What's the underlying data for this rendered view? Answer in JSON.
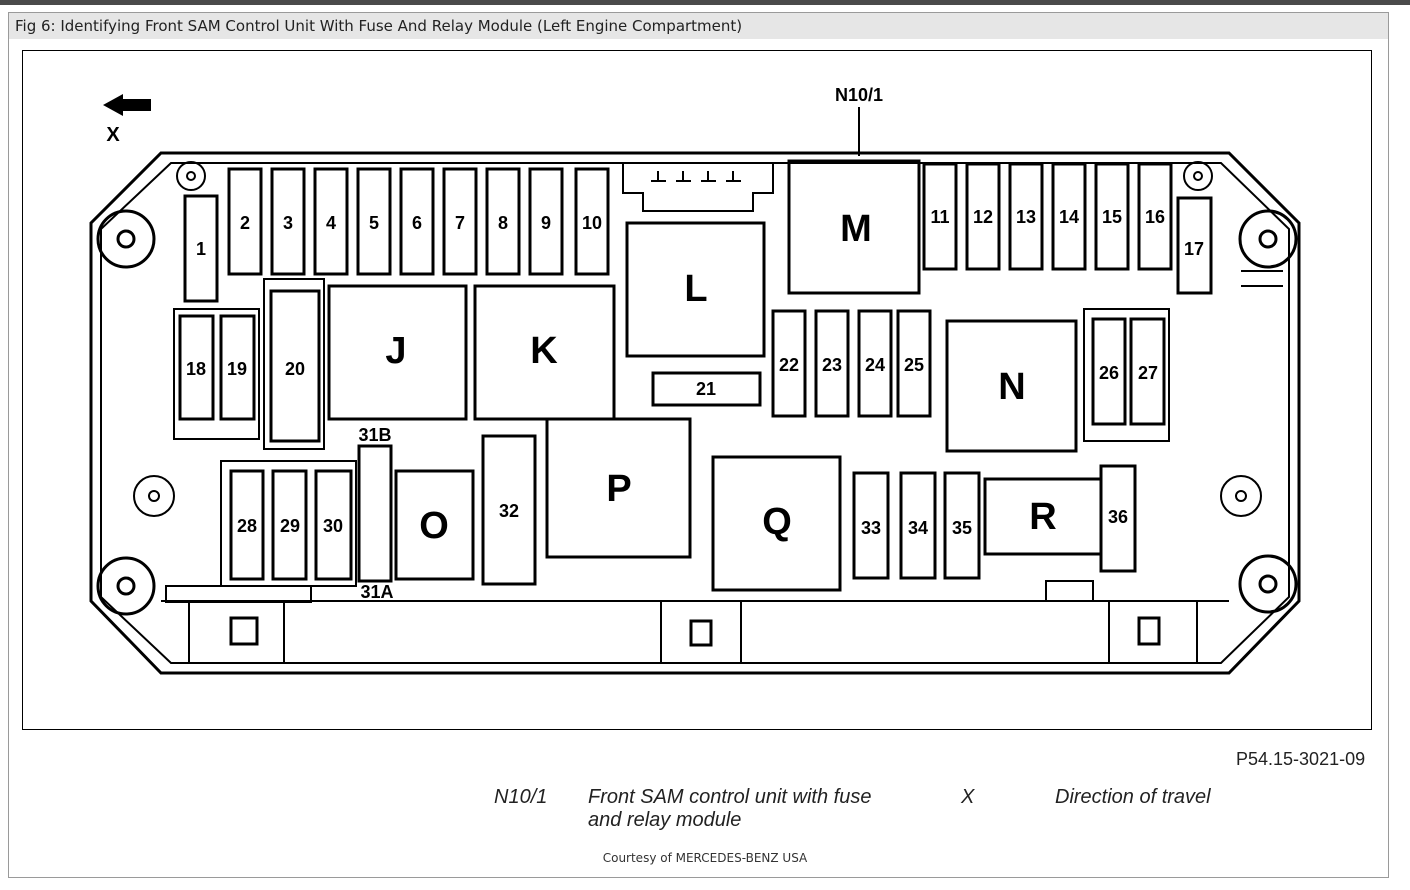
{
  "figure": {
    "caption": "Fig 6: Identifying Front SAM Control Unit With Fuse And Relay Module (Left Engine Compartment)",
    "reference": "P54.15-3021-09",
    "courtesy": "Courtesy of MERCEDES-BENZ USA"
  },
  "diagram": {
    "direction_label": "X",
    "unit_label": "N10/1",
    "fuses": [
      "1",
      "2",
      "3",
      "4",
      "5",
      "6",
      "7",
      "8",
      "9",
      "10",
      "11",
      "12",
      "13",
      "14",
      "15",
      "16",
      "17",
      "18",
      "19",
      "20",
      "21",
      "22",
      "23",
      "24",
      "25",
      "26",
      "27",
      "28",
      "29",
      "30",
      "32",
      "33",
      "34",
      "35",
      "36"
    ],
    "relays": [
      "J",
      "K",
      "L",
      "M",
      "N",
      "O",
      "P",
      "Q",
      "R"
    ],
    "terminals": [
      "31B",
      "31A"
    ]
  },
  "legend": [
    {
      "code": "N10/1",
      "description_line1": "Front SAM control unit with fuse",
      "description_line2": "and relay module"
    },
    {
      "code": "X",
      "description_line1": "Direction of travel",
      "description_line2": ""
    }
  ]
}
